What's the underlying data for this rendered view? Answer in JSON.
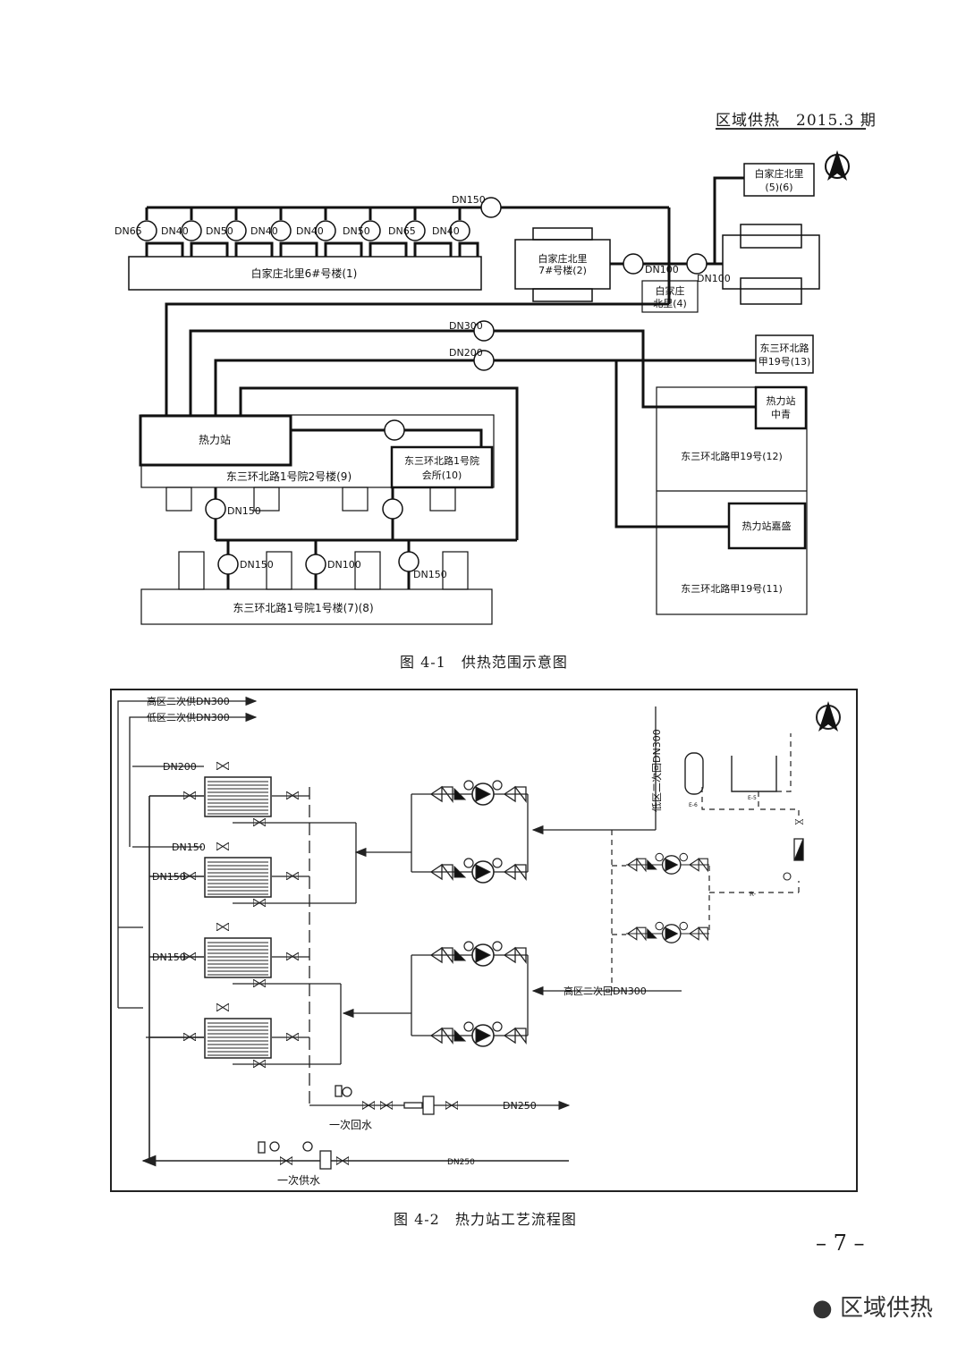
{
  "header": {
    "journal": "区域供热",
    "issue": "2015.3 期"
  },
  "fig1": {
    "caption": "图 4-1　供热范围示意图",
    "buildings": {
      "b1": "白家庄北里6#号楼(1)",
      "b2": [
        "白家庄北里",
        "7#号楼(2)"
      ],
      "b4": [
        "白家庄",
        "北里(4)"
      ],
      "b56": [
        "白家庄北里",
        "(5)(6)"
      ],
      "b13": [
        "东三环北路",
        "甲19号(13)"
      ],
      "zq": [
        "热力站",
        "中青"
      ],
      "b12": "东三环北路甲19号(12)",
      "jd": "热力站嘉盛",
      "b11": "东三环北路甲19号(11)",
      "station": "热力站",
      "b9": "东三环北路1号院2号楼(9)",
      "b10": [
        "东三环北路1号院",
        "会所(10)"
      ],
      "b78": "东三环北路1号院1号楼(7)(8)"
    },
    "labels": {
      "dn65a": "DN65",
      "dn40a": "DN40",
      "dn50a": "DN50",
      "dn40b": "DN40",
      "dn40c": "DN40",
      "dn50b": "DN50",
      "dn65b": "DN65",
      "dn40d": "DN40",
      "dn150top": "DN150",
      "dn100a": "DN100",
      "dn100b": "DN100",
      "dn300": "DN300",
      "dn200": "DN200",
      "dn150mid": "DN150",
      "dn150l": "DN150",
      "dn100l": "DN100",
      "dn150r": "DN150"
    }
  },
  "fig2": {
    "caption": "图 4-2　热力站工艺流程图",
    "labels": {
      "hi_supply": "高区二次供DN300",
      "lo_supply": "低区二次供DN300",
      "dn200": "DN200",
      "dn150a": "DN150",
      "dn150b": "DN150",
      "dn150c": "DN150",
      "lo_return": "低区二次回DN300",
      "hi_return": "高区二次回DN300",
      "prim_return": "一次回水",
      "prim_supply": "一次供水",
      "dn250a": "DN250",
      "dn250b": "DN250",
      "e5": "E-5",
      "e6": "E-6",
      "r": "R-"
    }
  },
  "page_number": "– 7 –",
  "watermark": "区域供热"
}
